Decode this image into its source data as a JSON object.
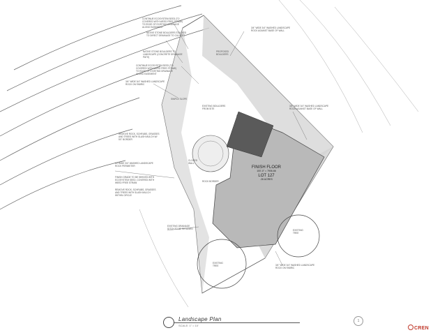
{
  "plan": {
    "title": "Landscape Plan",
    "scale": "SCALE: 1\" = 10'",
    "building": {
      "name": "FINISH FLOOR",
      "elevation": "100'-0\" = 7906.66",
      "lot": "LOT 127",
      "area": ".26 ACRES"
    },
    "drawing_number": "1",
    "logo_text": "CREN"
  },
  "notes": [
    "CONTINUE ECOSYSTEM SEED (TO COVERED WITH WEED FREE STRAW) TO EDGE OF EXISTING DRAINAGE ALONG EASEMENT",
    "NATIVE STONE BOULDERS STACKED TO DIRECT DRAINAGE TO CULVERT",
    "NATIVE STONE BOULDERS TO LANDSCAPE (CONCRETE DRAINAGE PATH)",
    "CONTINUE ECOSYSTEM SEED (TO COVERED WITH WEED FREE STRAW) TO EDGE OF EXISTING DRAINAGE ALONG EASEMENT",
    "3/4\" WIDE 3/4\" WASHED LANDSCAPE ROCK ON FABRIC",
    "SIMPLE SLOPE",
    "EXISTING BOULDERS FROM SITE",
    "REMOVE ROCK, SCHRUBS, GRASSES AND TREES WITH SLASH MULCH W/ 5'0\" BORDER",
    "10' WIDE 3/4\" WASHED LANDSCAPE ROCK PERIMETER",
    "FINISH GRADE TO BE SEEDED WITH ECOSYSTEM SEED, COVERED WITH WEED FREE STRAW",
    "REMOVE ROCK, SCHRUBS, GRASSES AND TREES WITH SLASH MULCH WITHIN CIRCLE",
    "EXISTING DRAINAGE DITCH TO BE RETAINED",
    "3/4\" WIDE 3/4\" WASHED LANDSCAPE ROCK AGAINST BASE OF WALL",
    "3/4\" WIDE 3/4\" WASHED LANDSCAPE ROCK AGAINST BASE OF WALL",
    "CLOSED WALL",
    "EXISTING TREE",
    "EXISTING TREE",
    "PROPOSED BOULDERS",
    "3/4\" WIDE 3/4\" WASHED LANDSCAPE ROCK ON FABRIC",
    "ROCK BORDER"
  ],
  "colors": {
    "line": "#555555",
    "light": "#9a9a9a",
    "roof_dark": "#5a5a5a",
    "building": "#b9b9b9",
    "landscape": "#d6d6d6",
    "logo": "#c0392b"
  }
}
